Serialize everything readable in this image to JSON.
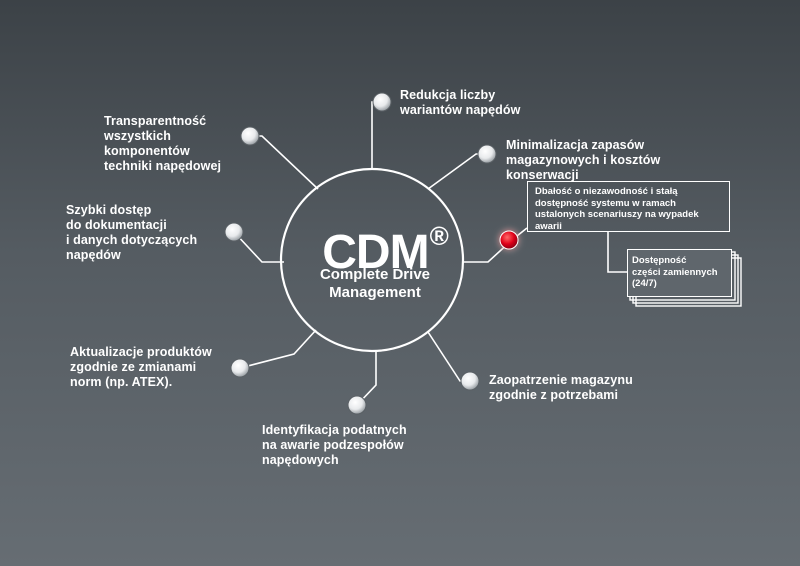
{
  "center": {
    "title": "CDM",
    "mark": "®",
    "subtitle": "Complete Drive\nManagement"
  },
  "nodes": [
    {
      "id": "reduction",
      "label": "Redukcja liczby\nwariantów napędów"
    },
    {
      "id": "minimization",
      "label": "Minimalizacja zapasów\nmagazynowych i kosztów\nkonserwacji"
    },
    {
      "id": "transparency",
      "label": "Transparentność\nwszystkich\nkomponentów\ntechniki napędowej"
    },
    {
      "id": "access",
      "label": "Szybki dostęp\ndo dokumentacji\ni danych dotyczących\nnapędów"
    },
    {
      "id": "updates",
      "label": "Aktualizacje produktów\nzgodnie ze zmianami\nnorm (np. ATEX)."
    },
    {
      "id": "identification",
      "label": "Identyfikacja podatnych\nna awarie podzespołów\nnapędowych"
    },
    {
      "id": "supply",
      "label": "Zaopatrzenie magazynu\nzgodnie z potrzebami"
    }
  ],
  "boxes": {
    "reliability": "Dbałość o niezawodność i stałą\ndostępność systemu w ramach\nustalonych scenariuszy na wypadek\nawarii",
    "spare_parts": "Dostępność\nczęści zamiennych\n(24/7)"
  },
  "colors": {
    "line": "#ffffff",
    "accent": "#e3061c"
  }
}
